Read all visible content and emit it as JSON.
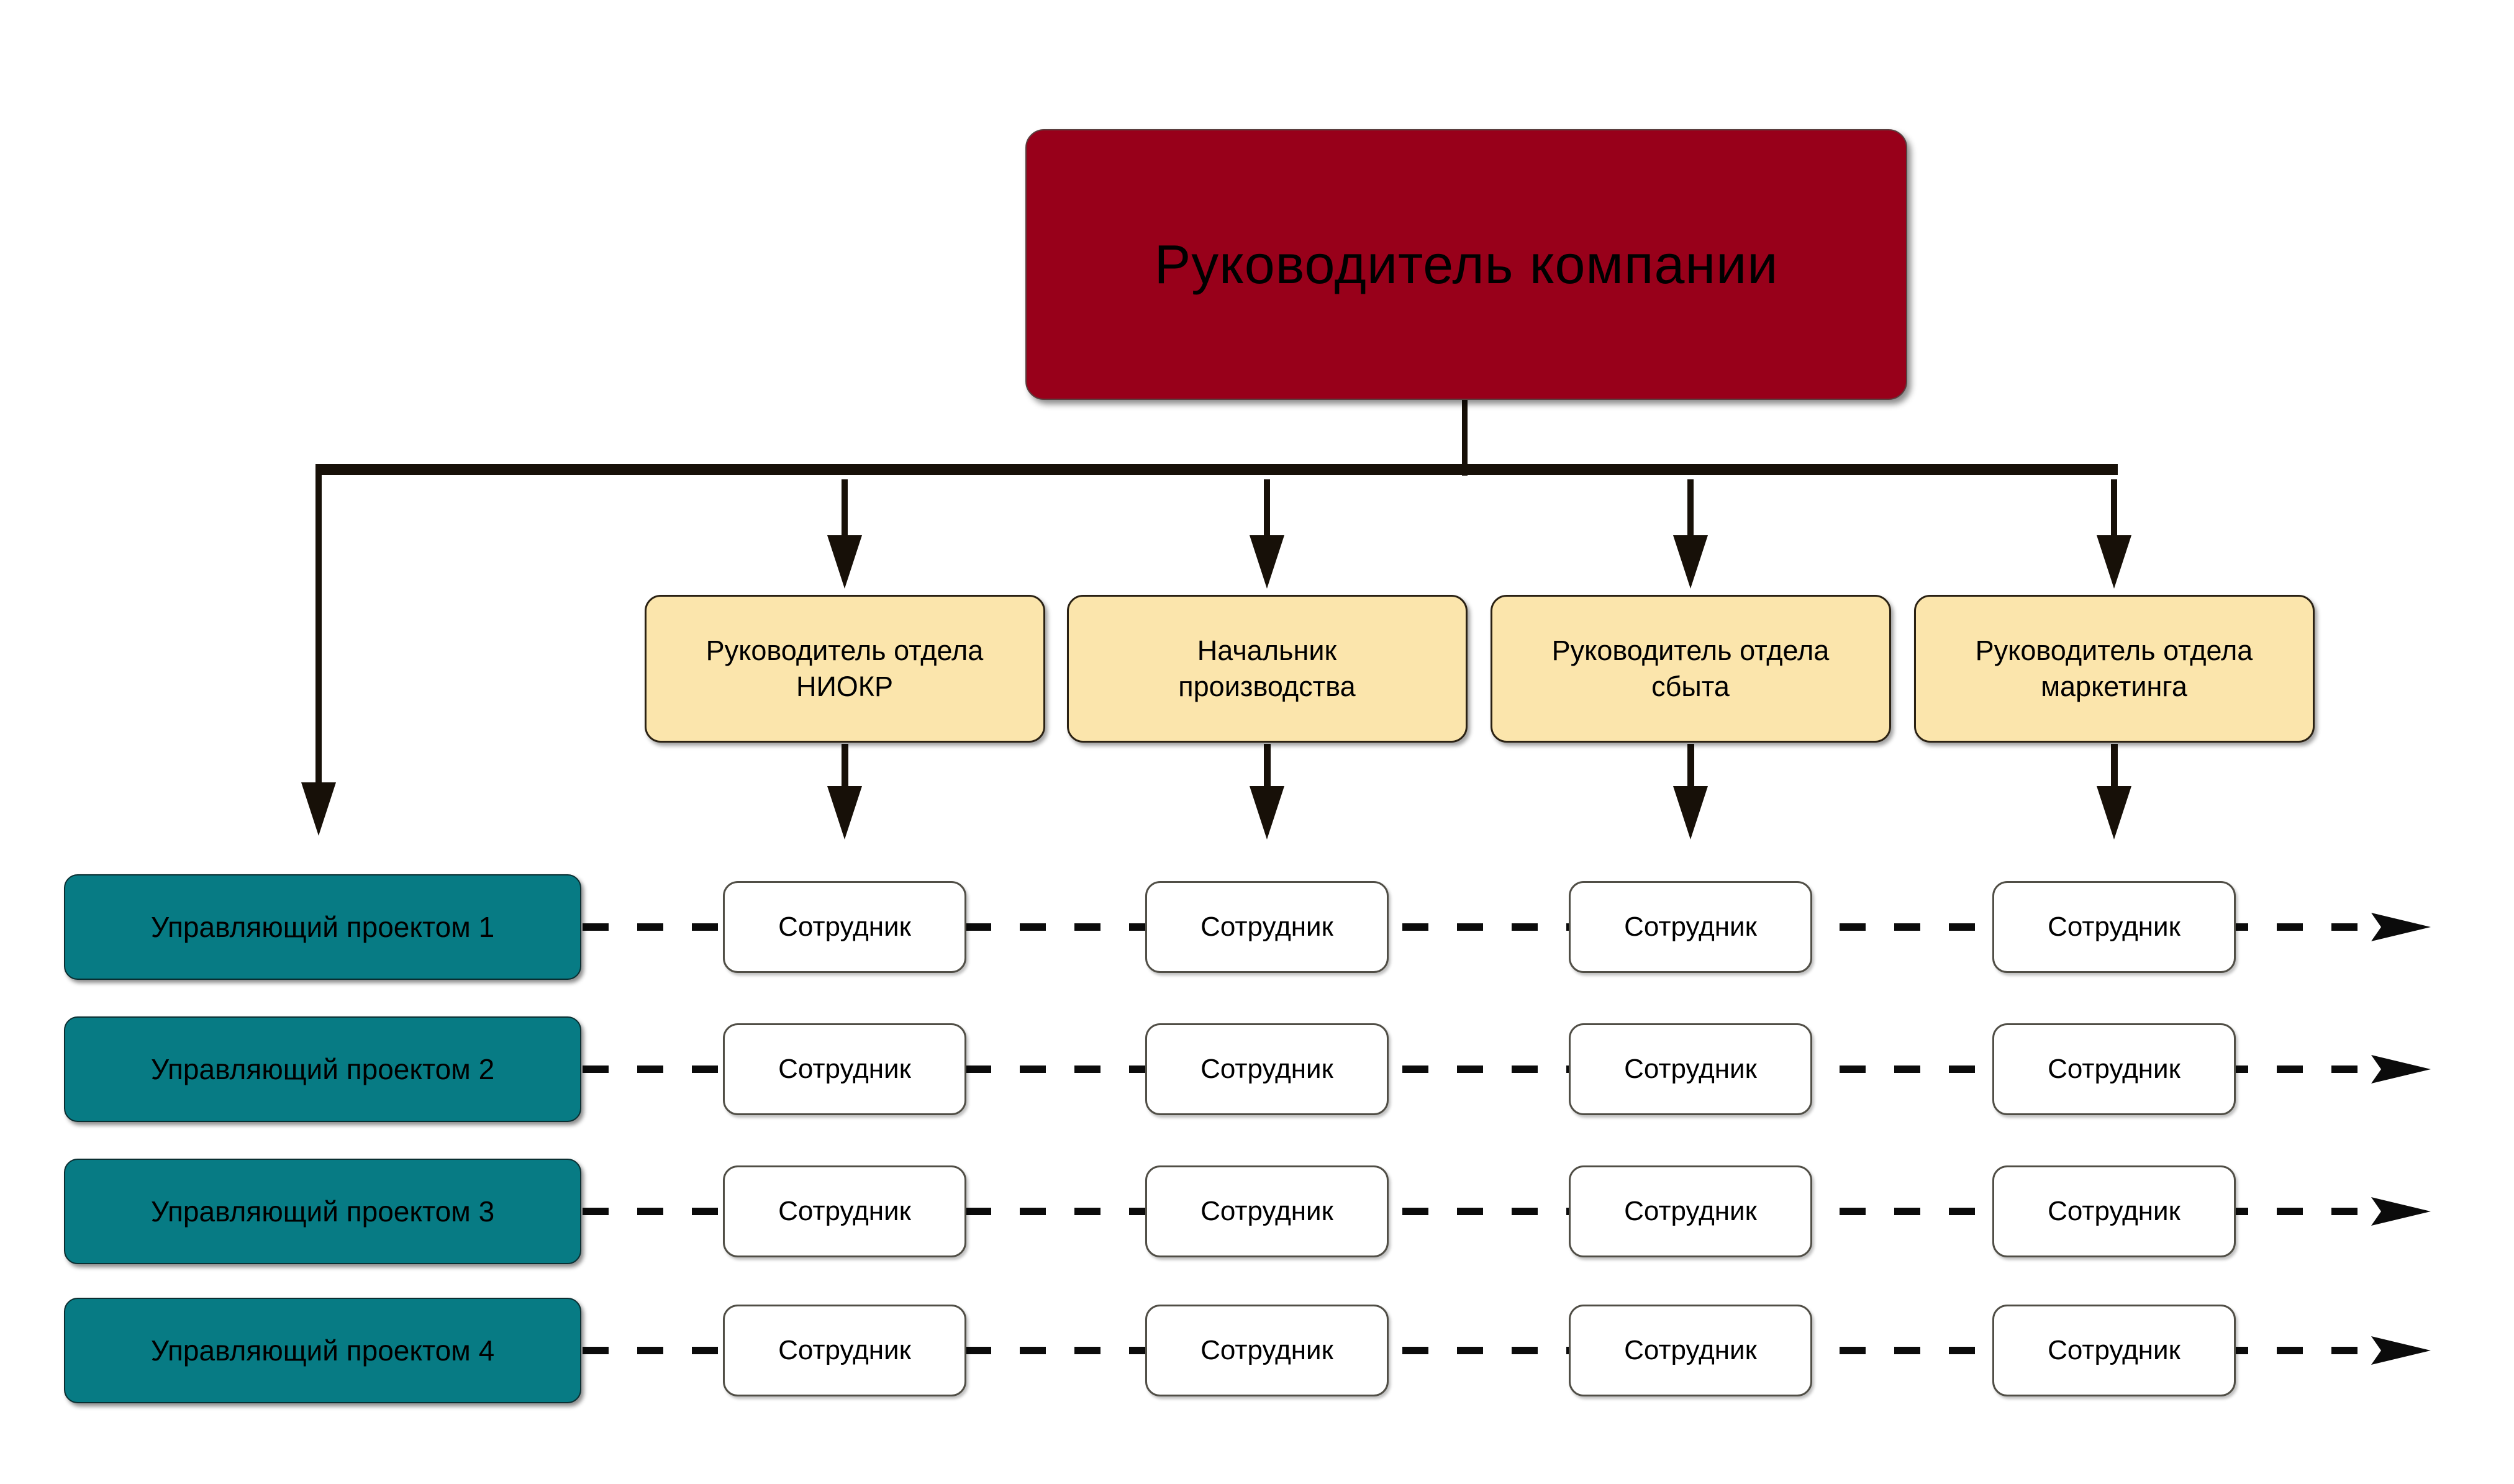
{
  "chart": {
    "root": {
      "label": "Руководитель компании"
    },
    "departments": [
      {
        "label": "Руководитель отдела НИОКР",
        "lines": [
          "Руководитель отдела",
          "НИОКР"
        ]
      },
      {
        "label": "Начальник производства",
        "lines": [
          "Начальник",
          "производства"
        ]
      },
      {
        "label": "Руководитель отдела сбыта",
        "lines": [
          "Руководитель отдела",
          "сбыта"
        ]
      },
      {
        "label": "Руководитель отдела маркетинга",
        "lines": [
          "Руководитель отдела",
          "маркетинга"
        ]
      }
    ],
    "project_managers": [
      {
        "label": "Управляющий проектом 1"
      },
      {
        "label": "Управляющий проектом 2"
      },
      {
        "label": "Управляющий проектом 3"
      },
      {
        "label": "Управляющий проектом 4"
      }
    ],
    "employee_label": "Сотрудник",
    "matrix": {
      "rows": 4,
      "cols": 4
    },
    "colors": {
      "root_bg": "#98001a",
      "department_bg": "#fbe5ac",
      "project_manager_bg": "#077b84",
      "employee_bg": "#ffffff",
      "connector": "#171008",
      "dashed": "#0b0b0b"
    }
  }
}
